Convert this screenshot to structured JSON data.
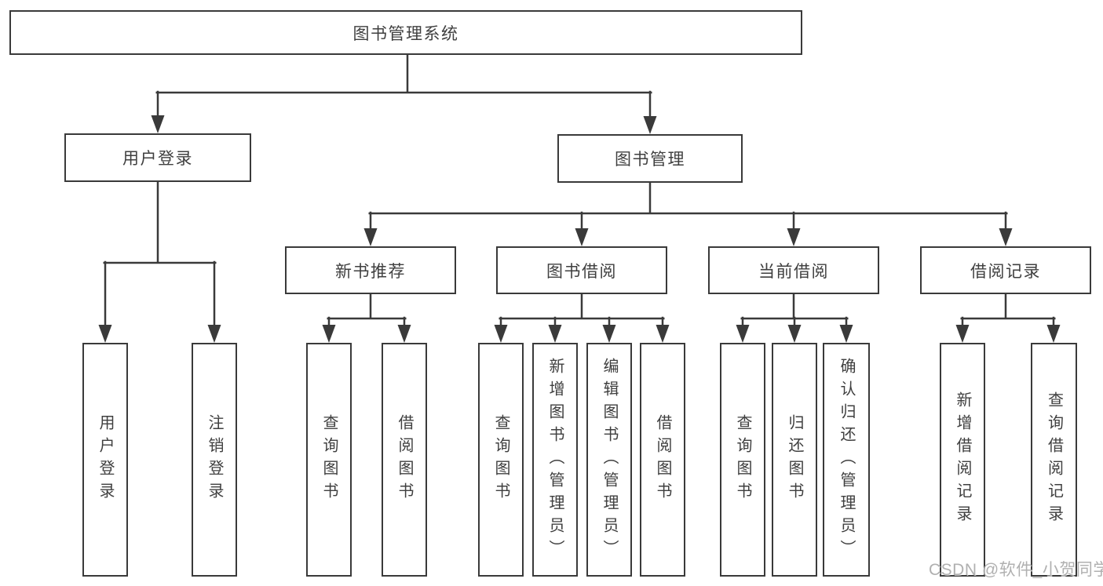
{
  "diagram": {
    "title": "图书管理系统",
    "type": "hierarchy"
  },
  "nodes": [
    {
      "id": "root",
      "label": "图书管理系统",
      "parent": null,
      "vertical": false
    },
    {
      "id": "user-login",
      "label": "用户登录",
      "parent": "root",
      "vertical": false
    },
    {
      "id": "book-mgmt",
      "label": "图书管理",
      "parent": "root",
      "vertical": false
    },
    {
      "id": "new-book-rec",
      "label": "新书推荐",
      "parent": "book-mgmt",
      "vertical": false
    },
    {
      "id": "book-borrow",
      "label": "图书借阅",
      "parent": "book-mgmt",
      "vertical": false
    },
    {
      "id": "current-borrow",
      "label": "当前借阅",
      "parent": "book-mgmt",
      "vertical": false
    },
    {
      "id": "borrow-records",
      "label": "借阅记录",
      "parent": "book-mgmt",
      "vertical": false
    },
    {
      "id": "login",
      "label": "用户登录",
      "parent": "user-login",
      "vertical": true
    },
    {
      "id": "logout",
      "label": "注销登录",
      "parent": "user-login",
      "vertical": true
    },
    {
      "id": "rec-query",
      "label": "查询图书",
      "parent": "new-book-rec",
      "vertical": true
    },
    {
      "id": "rec-borrow",
      "label": "借阅图书",
      "parent": "new-book-rec",
      "vertical": true
    },
    {
      "id": "bb-query",
      "label": "查询图书",
      "parent": "book-borrow",
      "vertical": true
    },
    {
      "id": "bb-add",
      "label": "新增图书（管理员）",
      "parent": "book-borrow",
      "vertical": true
    },
    {
      "id": "bb-edit",
      "label": "编辑图书（管理员）",
      "parent": "book-borrow",
      "vertical": true
    },
    {
      "id": "bb-borrow",
      "label": "借阅图书",
      "parent": "book-borrow",
      "vertical": true
    },
    {
      "id": "cb-query",
      "label": "查询图书",
      "parent": "current-borrow",
      "vertical": true
    },
    {
      "id": "cb-return",
      "label": "归还图书",
      "parent": "current-borrow",
      "vertical": true
    },
    {
      "id": "cb-confirm",
      "label": "确认归还（管理员）",
      "parent": "current-borrow",
      "vertical": true
    },
    {
      "id": "br-add",
      "label": "新增借阅记录",
      "parent": "borrow-records",
      "vertical": true
    },
    {
      "id": "br-query",
      "label": "查询借阅记录",
      "parent": "borrow-records",
      "vertical": true
    }
  ],
  "watermark": {
    "text": "CSDN @软件_小贺同学",
    "color": "#b0b0b0"
  },
  "colors": {
    "line": "#3a3a3a",
    "text": "#3f3f3f",
    "background": "#ffffff"
  }
}
